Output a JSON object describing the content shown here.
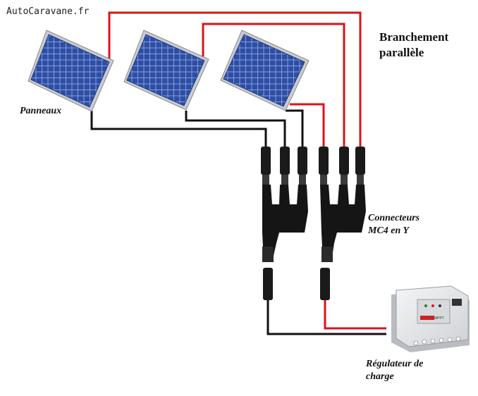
{
  "watermark": "AutoCaravane.fr",
  "title_line1": "Branchement",
  "title_line2": "parallèle",
  "label_panels": "Panneaux",
  "label_connectors_line1": "Connecteurs",
  "label_connectors_line2": "MC4 en Y",
  "label_regulator_line1": "Régulateur de",
  "label_regulator_line2": "charge",
  "regulator_brand": "MPPT",
  "colors": {
    "positive_wire": "#d8141c",
    "negative_wire": "#111111",
    "panel_cell": "#2f4fa8",
    "panel_frame": "#c9ccd2",
    "connector": "#1a1a1a",
    "regulator_body": "#e6e8ea"
  }
}
